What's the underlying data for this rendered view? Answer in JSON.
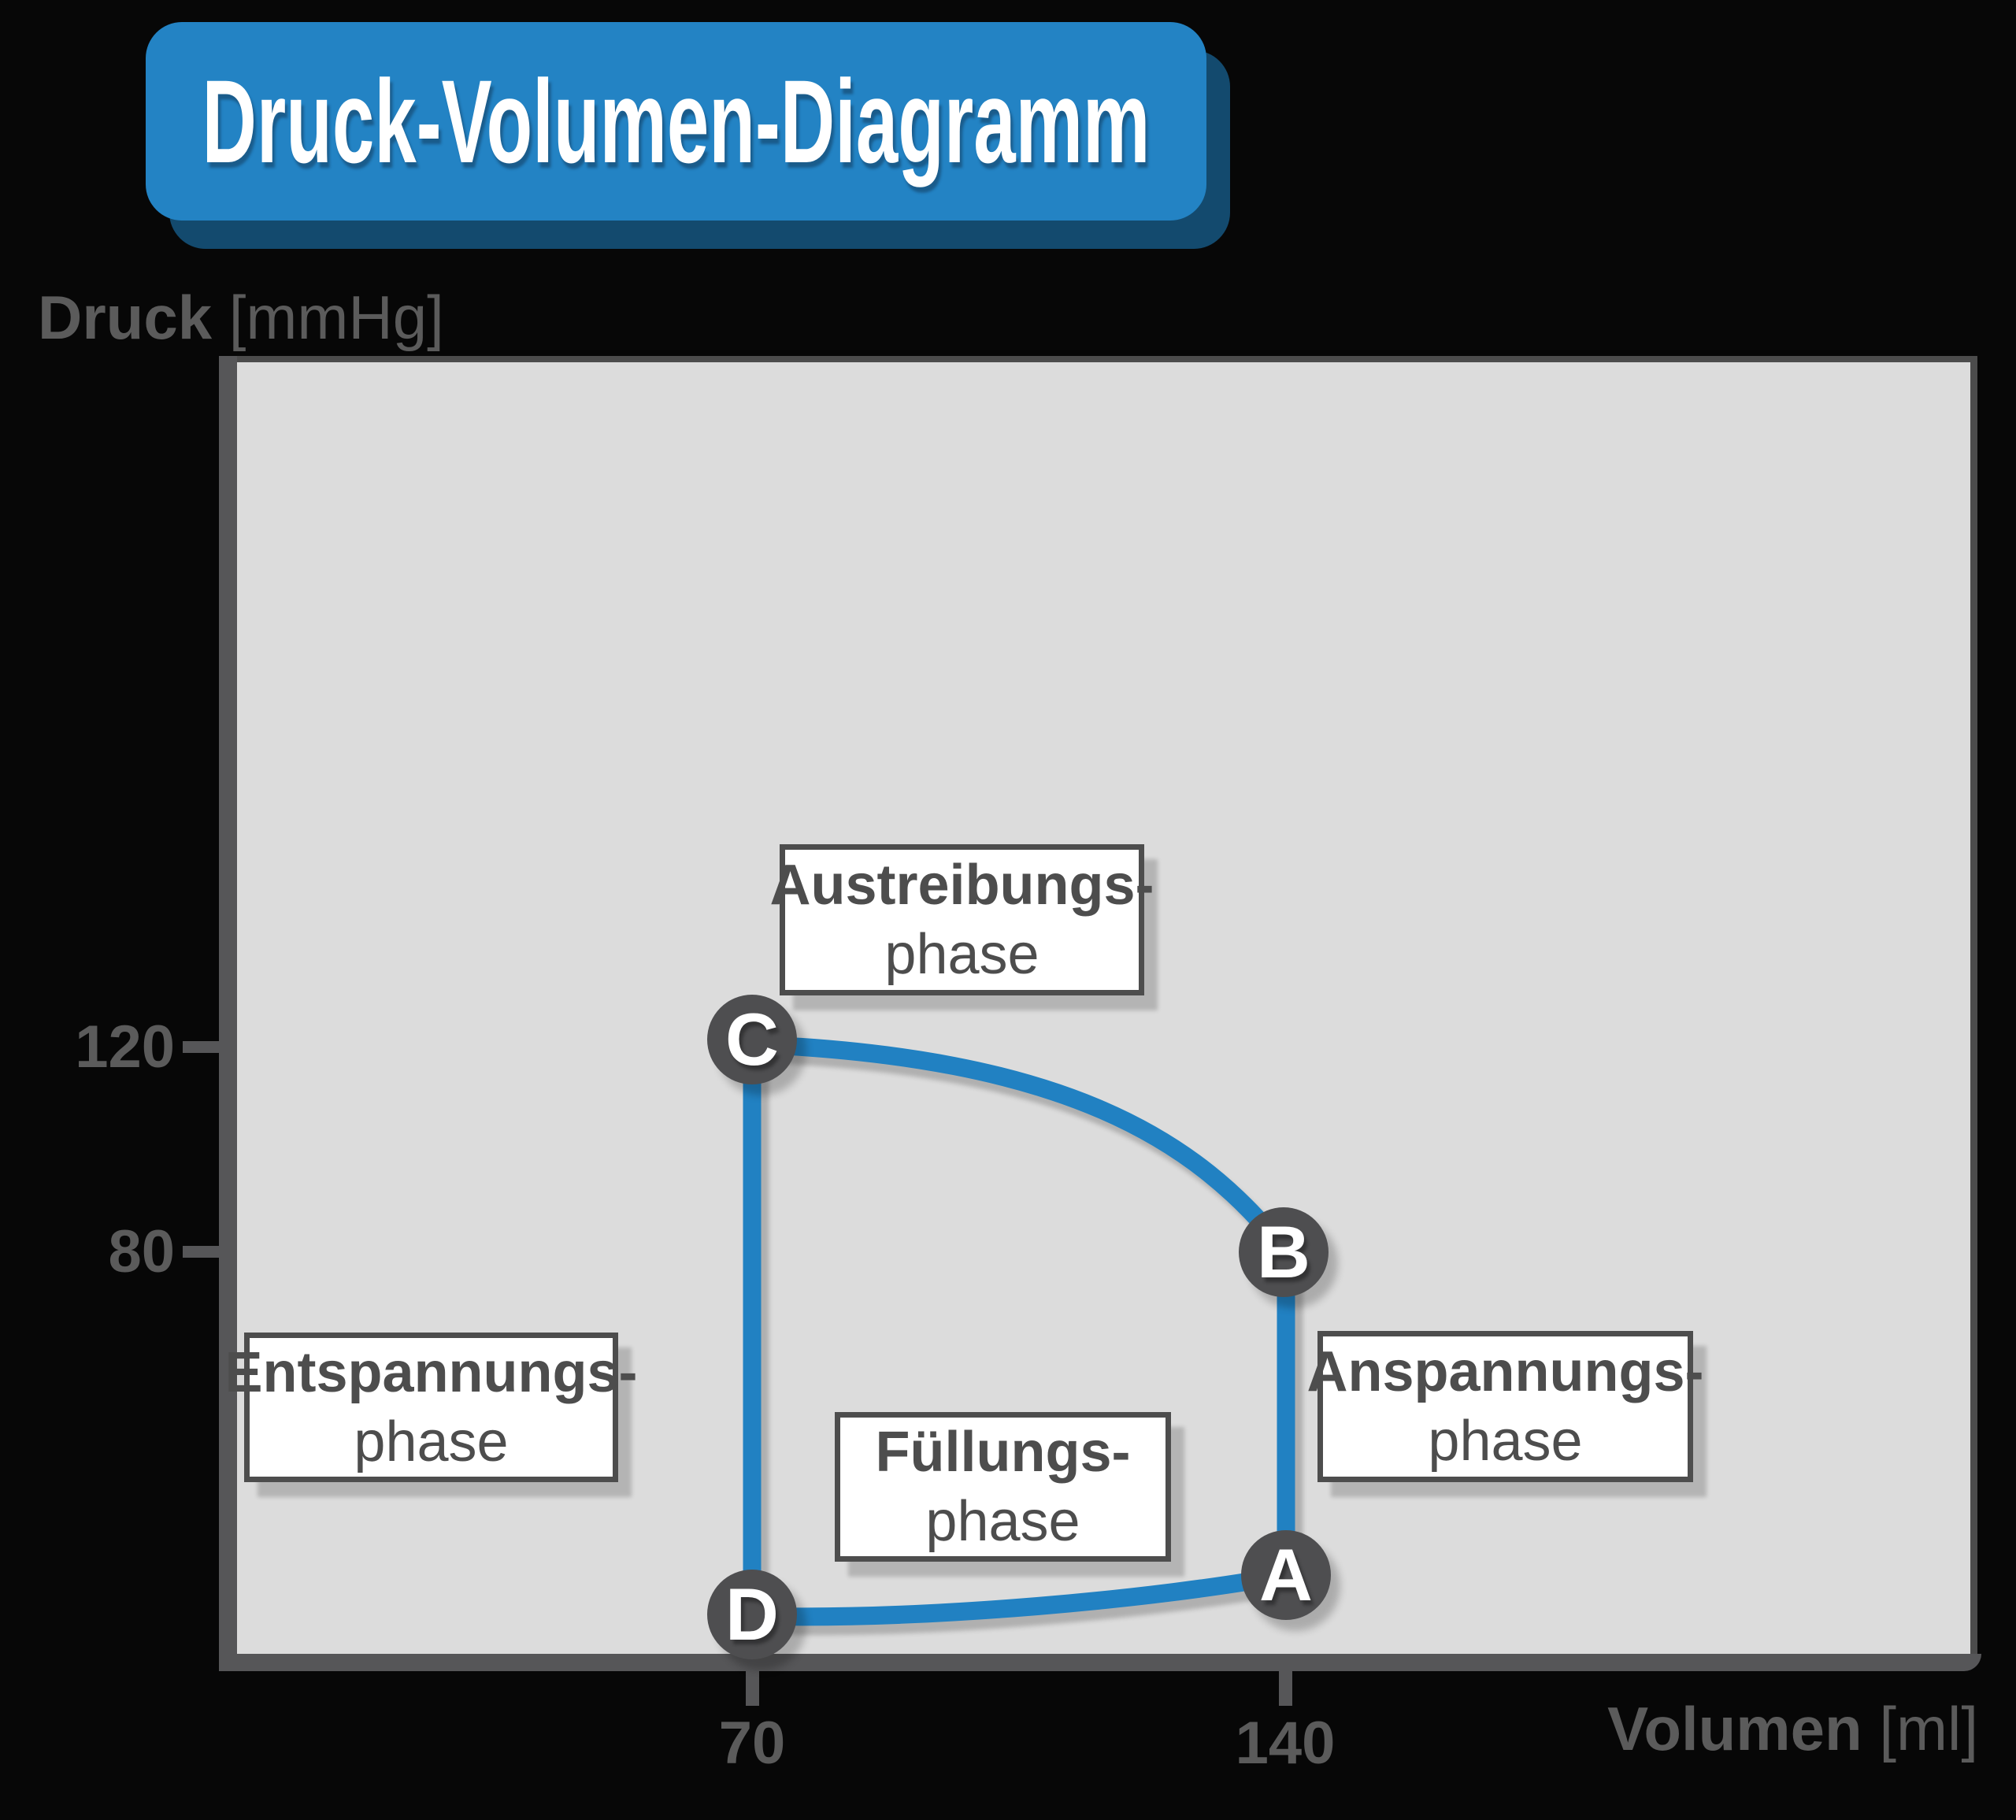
{
  "title": {
    "text": "Druck-Volumen-Diagramm"
  },
  "y_axis": {
    "label": "Druck",
    "unit": "[mmHg]",
    "ticks": [
      {
        "value": "120"
      },
      {
        "value": "80"
      }
    ]
  },
  "x_axis": {
    "label": "Volumen",
    "unit": "[ml]",
    "ticks": [
      {
        "value": "70"
      },
      {
        "value": "140"
      }
    ]
  },
  "points": {
    "a": "A",
    "b": "B",
    "c": "C",
    "d": "D"
  },
  "phases": {
    "ejection": {
      "line1": "Austreibungs-",
      "line2": "phase"
    },
    "relaxation": {
      "line1": "Entspannungs-",
      "line2": "phase"
    },
    "filling": {
      "line1": "Füllungs-",
      "line2": "phase"
    },
    "contraction": {
      "line1": "Anspannungs-",
      "line2": "phase"
    }
  },
  "colors": {
    "accent_blue": "#2181c2",
    "banner_blue": "#2383c4",
    "banner_shadow_blue": "#134a6e",
    "axis_gray": "#565658",
    "label_gray": "#5b5b5b",
    "box_border_gray": "#4d4d4d",
    "marker_gray": "#4e4e50",
    "plot_background": "#dcdcdc",
    "page_background": "#070707"
  },
  "chart_data": {
    "type": "line",
    "title": "Druck-Volumen-Diagramm",
    "xlabel": "Volumen [ml]",
    "ylabel": "Druck [mmHg]",
    "x_ticks": [
      70,
      140
    ],
    "y_ticks": [
      80,
      120
    ],
    "xlim": [
      0,
      230
    ],
    "ylim": [
      0,
      255
    ],
    "grid": false,
    "legend": false,
    "loop_points": [
      {
        "label": "D",
        "volume_ml": 70,
        "pressure_mmHg": 8
      },
      {
        "label": "A",
        "volume_ml": 140,
        "pressure_mmHg": 15
      },
      {
        "label": "B",
        "volume_ml": 140,
        "pressure_mmHg": 80
      },
      {
        "label": "C",
        "volume_ml": 70,
        "pressure_mmHg": 120
      }
    ],
    "segments": [
      {
        "from": "D",
        "to": "A",
        "phase": "Füllungsphase",
        "shape": "slightly curved, nearly horizontal"
      },
      {
        "from": "A",
        "to": "B",
        "phase": "Anspannungsphase",
        "shape": "vertical straight line"
      },
      {
        "from": "B",
        "to": "C",
        "phase": "Austreibungsphase",
        "shape": "arc, horizontal at C, steep at B"
      },
      {
        "from": "C",
        "to": "D",
        "phase": "Entspannungsphase",
        "shape": "vertical straight line"
      }
    ]
  }
}
